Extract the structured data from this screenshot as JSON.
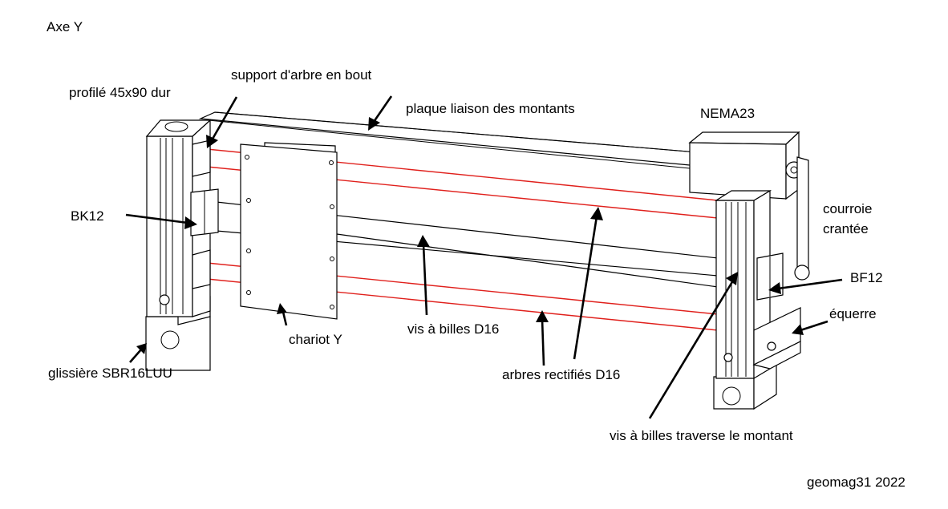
{
  "title": "Axe Y",
  "credit": "geomag31 2022",
  "labels": {
    "profile": "profilé 45x90 dur",
    "shaft_support": "support d'arbre en bout",
    "link_plate": "plaque liaison des montants",
    "motor": "NEMA23",
    "belt_line1": "courroie",
    "belt_line2": "crantée",
    "bk12": "BK12",
    "bf12": "BF12",
    "bracket": "équerre",
    "ball_screw": "vis à billes D16",
    "carriage": "chariot Y",
    "rail": "glissière SBR16LUU",
    "shafts": "arbres rectifiés D16",
    "screw_through": "vis à billes traverse le montant"
  },
  "colors": {
    "shaft_color": "#e0201c",
    "line_color": "#000000",
    "background": "#ffffff"
  }
}
